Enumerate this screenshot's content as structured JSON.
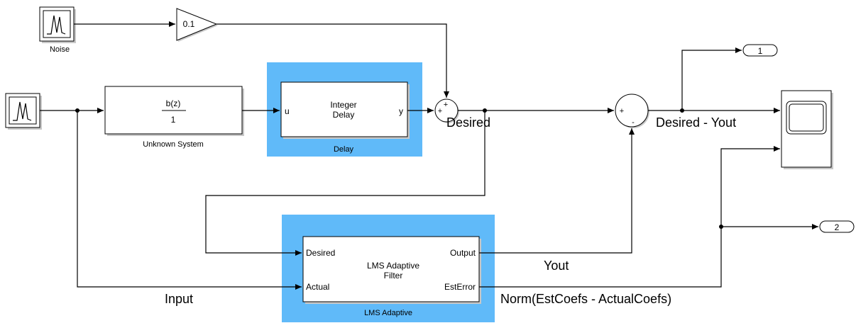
{
  "blocks": {
    "noise_source": {
      "label": "Noise"
    },
    "gain": {
      "value": "0.1"
    },
    "unknown_system": {
      "numerator": "b(z)",
      "denominator": "1",
      "label": "Unknown System"
    },
    "delay": {
      "title_line1": "Integer",
      "title_line2": "Delay",
      "port_in": "u",
      "port_out": "y",
      "label": "Delay"
    },
    "lms": {
      "title_line1": "LMS Adaptive",
      "title_line2": "Filter",
      "port_desired": "Desired",
      "port_actual": "Actual",
      "port_output": "Output",
      "port_esterror": "EstError",
      "label": "LMS Adaptive"
    },
    "sum1": {
      "sign1": "+",
      "sign2": "+"
    },
    "sum2": {
      "sign1": "+",
      "sign2": "-"
    },
    "outport1": {
      "number": "1"
    },
    "outport2": {
      "number": "2"
    }
  },
  "signals": {
    "desired": "Desired",
    "error": "Desired - Yout",
    "yout": "Yout",
    "input": "Input",
    "norm": "Norm(EstCoefs - ActualCoefs)"
  }
}
